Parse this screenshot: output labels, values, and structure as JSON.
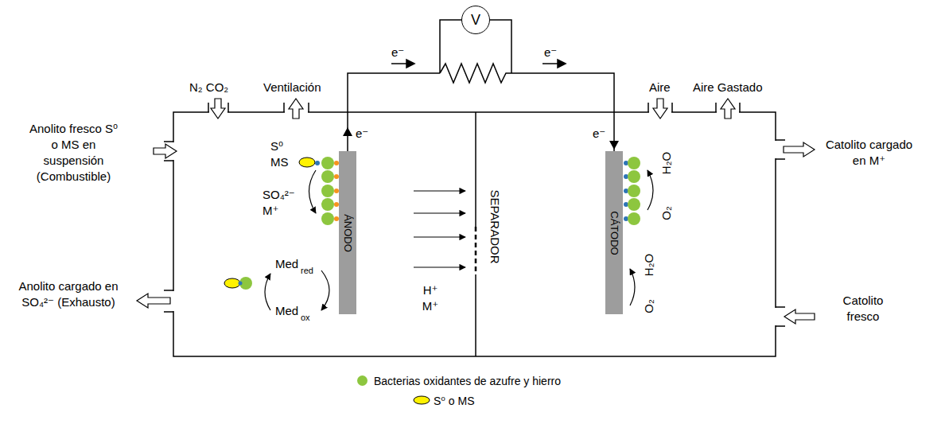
{
  "diagram": {
    "nodes": [
      {
        "text": [
          "V"
        ]
      },
      {
        "text": [
          "ÁNODO"
        ]
      },
      {
        "text": [
          "CÁTODO"
        ]
      }
    ],
    "edges": [
      {
        "from": 1,
        "to": 2,
        "arrow": "none"
      }
    ],
    "labels": [
      "N₂ CO₂",
      "Ventilación",
      "e⁻",
      "e⁻",
      "Aire",
      "Aire Gastado",
      "Anolito fresco S⁰ o MS en suspensión (Combustible)",
      "Catolito cargado en M⁺",
      "S⁰ MS",
      "e⁻",
      "e⁻",
      "H₂O",
      "O₂",
      "SO₄²⁻ M⁺",
      "SEPARADOR",
      "H₂O",
      "O₂",
      "Med",
      "red",
      "H⁺ M⁺",
      "Med",
      "ox",
      "Anolito cargado en SO₄²⁻ (Exhausto)",
      "Catolito fresco"
    ],
    "legend": [
      {
        "text": "Bacterias oxidantes de azufre y hierro",
        "color": "#8dc63f"
      },
      {
        "text": "S⁰ o MS"
      }
    ]
  }
}
